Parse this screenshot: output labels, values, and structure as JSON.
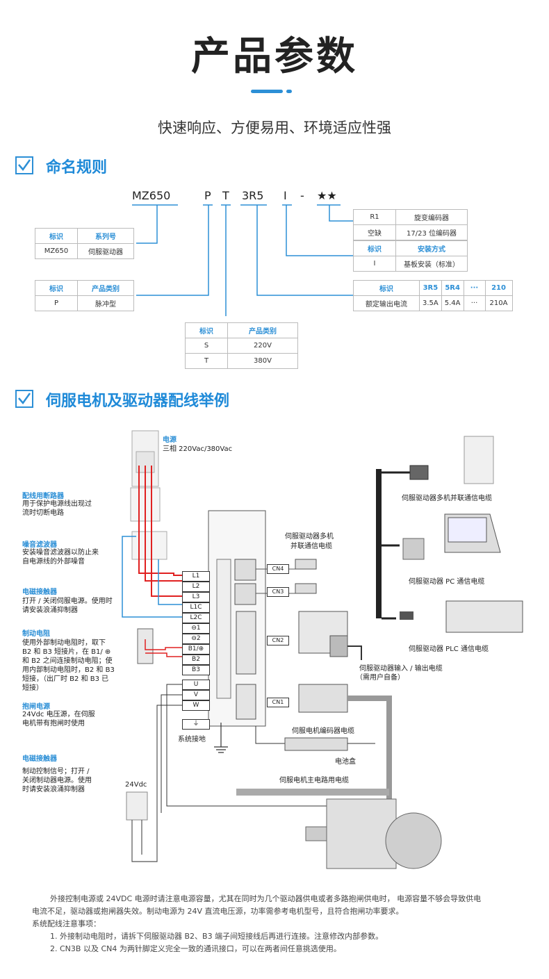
{
  "header": {
    "title": "产品参数",
    "subtitle": "快速响应、方便易用、环境适应性强"
  },
  "section1": {
    "title": "命名规则"
  },
  "naming": {
    "code_parts": [
      "MZ650",
      "P",
      "T",
      "3R5",
      "I",
      "-",
      "★★"
    ],
    "encoder_table": [
      [
        "R1",
        "旋变编码器"
      ],
      [
        "空缺",
        "17/23 位编码器"
      ]
    ],
    "series_table": {
      "headers": [
        "标识",
        "系列号"
      ],
      "rows": [
        [
          "MZ650",
          "伺服驱动器"
        ]
      ]
    },
    "mount_table": {
      "headers": [
        "标识",
        "安装方式"
      ],
      "rows": [
        [
          "I",
          "基板安装（标准）"
        ]
      ]
    },
    "category_table": {
      "headers": [
        "标识",
        "产品类别"
      ],
      "rows": [
        [
          "P",
          "脉冲型"
        ]
      ]
    },
    "current_table": {
      "headers": [
        "标识",
        "3R5",
        "5R4",
        "···",
        "210"
      ],
      "rows": [
        [
          "额定输出电流",
          "3.5A",
          "5.4A",
          "···",
          "210A"
        ]
      ]
    },
    "voltage_table": {
      "headers": [
        "标识",
        "产品类别"
      ],
      "rows": [
        [
          "S",
          "220V"
        ],
        [
          "T",
          "380V"
        ]
      ]
    }
  },
  "section2": {
    "title": "伺服电机及驱动器配线举例"
  },
  "wiring": {
    "power": {
      "title": "电源",
      "desc": "三相 220Vac/380Vac"
    },
    "breaker": {
      "title": "配线用断路器",
      "desc": [
        "用于保护电源线出现过",
        "流时切断电路"
      ]
    },
    "filter": {
      "title": "噪音滤波器",
      "desc": [
        "安装噪音滤波器以防止来",
        "自电源线的外部噪音"
      ]
    },
    "contactor": {
      "title": "电磁接触器",
      "desc": [
        "打开 / 关闭伺服电源。使用时",
        "请安装浪涌抑制器"
      ]
    },
    "brake_res": {
      "title": "制动电阻",
      "desc": [
        "使用外部制动电阻时，取下",
        "B2 和 B3 短接片，在 B1/ ⊕",
        "和 B2 之间连接制动电阻；使",
        "用内部制动电阻时，B2 和 B3",
        "短接，（出厂时 B2 和 B3 已",
        "短接）"
      ]
    },
    "brake_power": {
      "title": "抱闸电源",
      "desc": [
        "24Vdc 电压源，在伺服",
        "电机带有抱闸时使用"
      ]
    },
    "contactor2": {
      "title": "电磁接触器",
      "desc": [
        "制动控制信号；打开 /",
        "关闭制动器电源。使用",
        "时请安装浪涌抑制器"
      ]
    },
    "v24": "24Vdc",
    "terminals": [
      "L1",
      "L2",
      "L3",
      "L1C",
      "L2C",
      "⊖1",
      "⊖2",
      "B1/⊕",
      "B2",
      "B3",
      "U",
      "V",
      "W"
    ],
    "ground_label": "系统接地",
    "connectors": [
      "CN4",
      "CN3",
      "CN2",
      "CN1"
    ],
    "multi_cable": [
      "伺服驱动器多机",
      "并联通信电缆"
    ],
    "parallel_cable": "伺服驱动器多机并联通信电缆",
    "pc_cable": "伺服驱动器 PC 通信电缆",
    "plc_cable": "伺服驱动器 PLC 通信电缆",
    "io_cable": [
      "伺服驱动器输入 / 输出电缆",
      "（需用户自备）"
    ],
    "encoder_cable": "伺服电机编码器电缆",
    "battery": "电池盒",
    "main_cable": "伺服电机主电路用电缆"
  },
  "notes": {
    "para": [
      "外接控制电源或 24VDC 电源时请注意电源容量，尤其在同时为几个驱动器供电或者多路抱闸供电时， 电源容量不够会导致供电",
      "电流不足，驱动器或抱闸器失效。制动电源为 24V 直流电压源，功率需参考电机型号，且符合抱闸功率要求。"
    ],
    "heading": "系统配线注意事项：",
    "items": [
      "1. 外接制动电阻时，请拆下伺服驱动器 B2、B3 端子间短接线后再进行连接。注意修改内部参数。",
      "2. CN3B 以及 CN4 为两针脚定义完全一致的通讯接口，可以在两者间任意挑选使用。"
    ]
  },
  "colors": {
    "accent": "#2c8fd6",
    "wire_red": "#e02020",
    "wire_blue": "#2c8fd6"
  }
}
